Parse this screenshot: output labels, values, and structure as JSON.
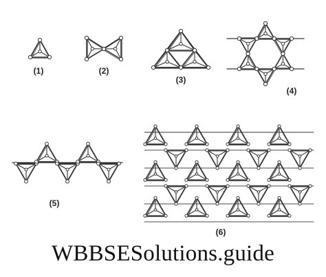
{
  "structures": [
    {
      "id": "single-tetrahedron",
      "label": "(1)"
    },
    {
      "id": "double-tetrahedron",
      "label": "(2)"
    },
    {
      "id": "ring-of-three",
      "label": "(3)"
    },
    {
      "id": "ring-of-six",
      "label": "(4)"
    },
    {
      "id": "single-chain",
      "label": "(5)"
    },
    {
      "id": "sheet",
      "label": "(6)"
    }
  ],
  "watermark": "WBBSESolutions.guide"
}
